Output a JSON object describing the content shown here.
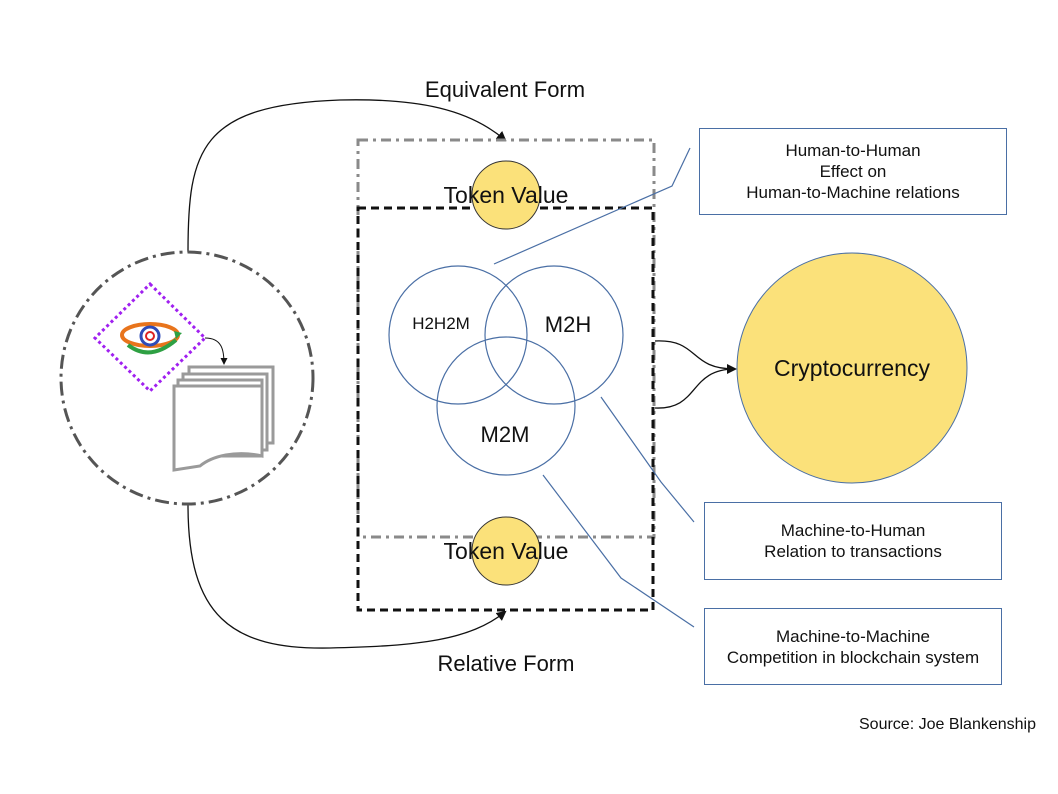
{
  "flow_labels": {
    "equivalent_form": "Equivalent Form",
    "relative_form": "Relative Form"
  },
  "token": {
    "top_label": "Token Value",
    "bottom_label": "Token Value",
    "color": "#fbe17a"
  },
  "venn": {
    "h2h2m": "H2H2M",
    "m2h": "M2H",
    "m2m": "M2M"
  },
  "cryptocurrency": {
    "label": "Cryptocurrency",
    "color": "#fbe17a"
  },
  "callouts": [
    {
      "lines": [
        "Human-to-Human",
        "Effect on",
        "Human-to-Machine relations"
      ]
    },
    {
      "lines": [
        "Machine-to-Human",
        "Relation to transactions"
      ]
    },
    {
      "lines": [
        "Machine-to-Machine",
        "Competition in blockchain system"
      ]
    }
  ],
  "source": "Source: Joe Blankenship",
  "colors": {
    "line_blue": "#4a6fa5",
    "logo_dots": "#a020f0"
  }
}
